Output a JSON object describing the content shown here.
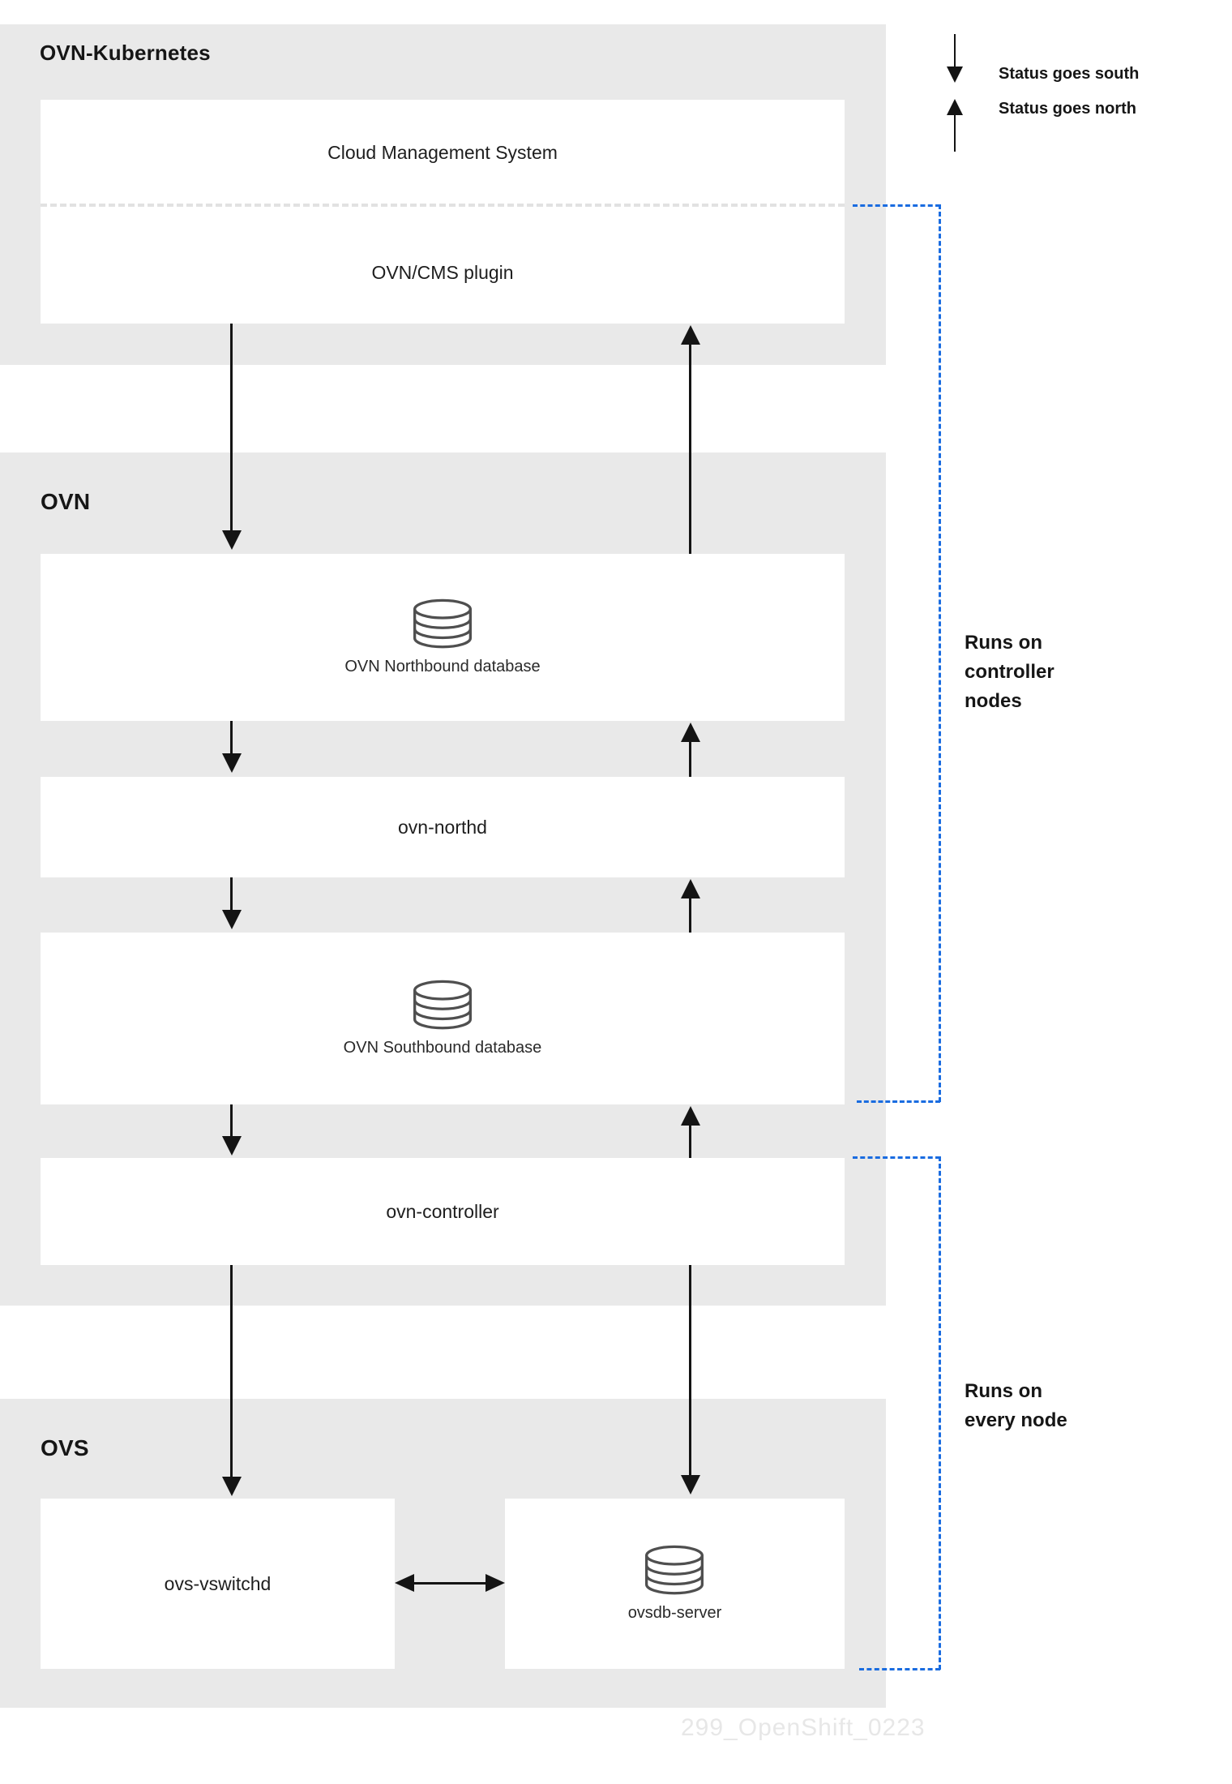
{
  "legend": {
    "south_label": "Status goes south",
    "north_label": "Status goes north"
  },
  "sections": {
    "ovn_kubernetes": {
      "title": "OVN-Kubernetes"
    },
    "ovn": {
      "title": "OVN"
    },
    "ovs": {
      "title": "OVS"
    }
  },
  "nodes": {
    "cms": {
      "label": "Cloud Management System"
    },
    "cms_plugin": {
      "label": "OVN/CMS plugin"
    },
    "nb_db": {
      "label": "OVN Northbound database"
    },
    "ovn_northd": {
      "label": "ovn-northd"
    },
    "sb_db": {
      "label": "OVN Southbound database"
    },
    "ovn_controller": {
      "label": "ovn-controller"
    },
    "ovs_vswitchd": {
      "label": "ovs-vswitchd"
    },
    "ovsdb_server": {
      "label": "ovsdb-server"
    }
  },
  "annotations": {
    "controller_nodes": "Runs on controller nodes",
    "every_node": "Runs on every node"
  },
  "watermark": {
    "text": "299_OpenShift_0223"
  },
  "colors": {
    "section_bg": "#e9e9e9",
    "accent_blue": "#1a6ce0",
    "arrow_black": "#141414"
  }
}
